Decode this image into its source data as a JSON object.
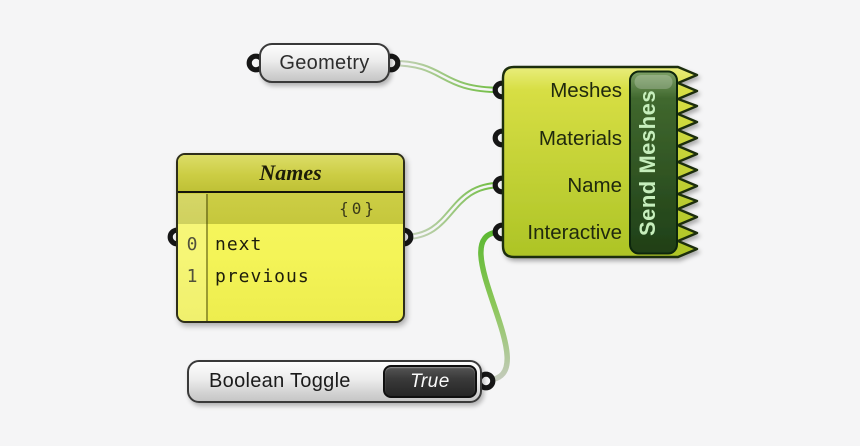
{
  "geometry": {
    "label": "Geometry"
  },
  "names_panel": {
    "title": "Names",
    "path_tag": "{0}",
    "rows": [
      {
        "index": "0",
        "text": "next"
      },
      {
        "index": "1",
        "text": "previous"
      }
    ]
  },
  "boolean_toggle": {
    "label": "Boolean Toggle",
    "value": "True"
  },
  "send_meshes": {
    "title": "Send Meshes",
    "inputs": [
      {
        "label": "Meshes"
      },
      {
        "label": "Materials"
      },
      {
        "label": "Name"
      },
      {
        "label": "Interactive"
      }
    ]
  },
  "colors": {
    "background": "#f5f5f6",
    "wire_green": "#6ebd3e",
    "wire_pale": "#c9d2bf",
    "component_lime_top": "#d7de44",
    "component_lime_bottom": "#adc426",
    "bar_dark_green": "#214218",
    "bar_text_mint": "#c6eebc",
    "panel_yellow": "#f7f75f",
    "panel_olive": "#cacc3f",
    "capsule_gray": "#e0e0e0",
    "grip_black": "#161616"
  }
}
